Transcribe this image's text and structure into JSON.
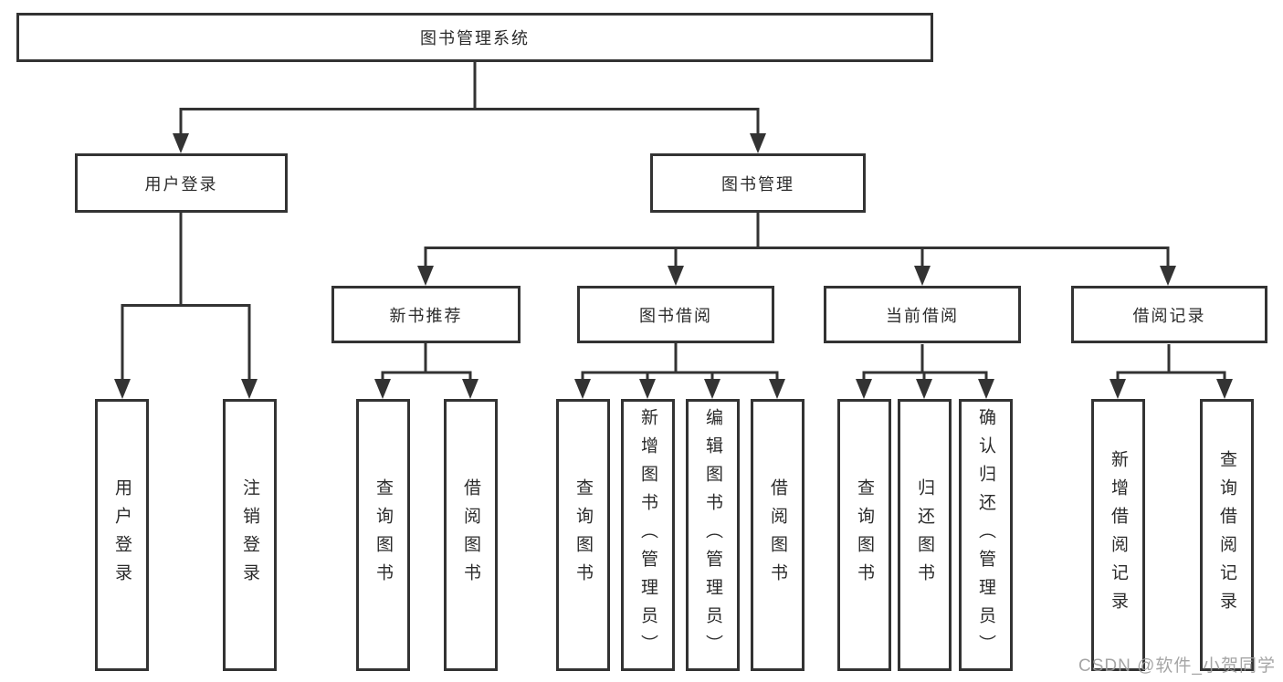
{
  "diagram": {
    "root": {
      "label": "图书管理系统"
    },
    "level2": {
      "user_login": {
        "label": "用户登录"
      },
      "book_management": {
        "label": "图书管理"
      }
    },
    "level3": {
      "new_book_recommend": {
        "label": "新书推荐"
      },
      "book_borrow": {
        "label": "图书借阅"
      },
      "current_borrow": {
        "label": "当前借阅"
      },
      "borrow_records": {
        "label": "借阅记录"
      }
    },
    "leaves": {
      "user_login": [
        "用户登录",
        "注销登录"
      ],
      "new_book_recommend": [
        "查询图书",
        "借阅图书"
      ],
      "book_borrow": [
        "查询图书",
        "新增图书（管理员）",
        "编辑图书（管理员）",
        "借阅图书"
      ],
      "current_borrow": [
        "查询图书",
        "归还图书",
        "确认归还（管理员）"
      ],
      "borrow_records": [
        "新增借阅记录",
        "查询借阅记录"
      ]
    }
  },
  "watermark": {
    "text": "CSDN @软件_小贺同学"
  },
  "colors": {
    "line": "#333333",
    "box_border": "#333333",
    "text": "#2b2b2b",
    "watermark": "#9c9c9c",
    "background": "#ffffff"
  }
}
